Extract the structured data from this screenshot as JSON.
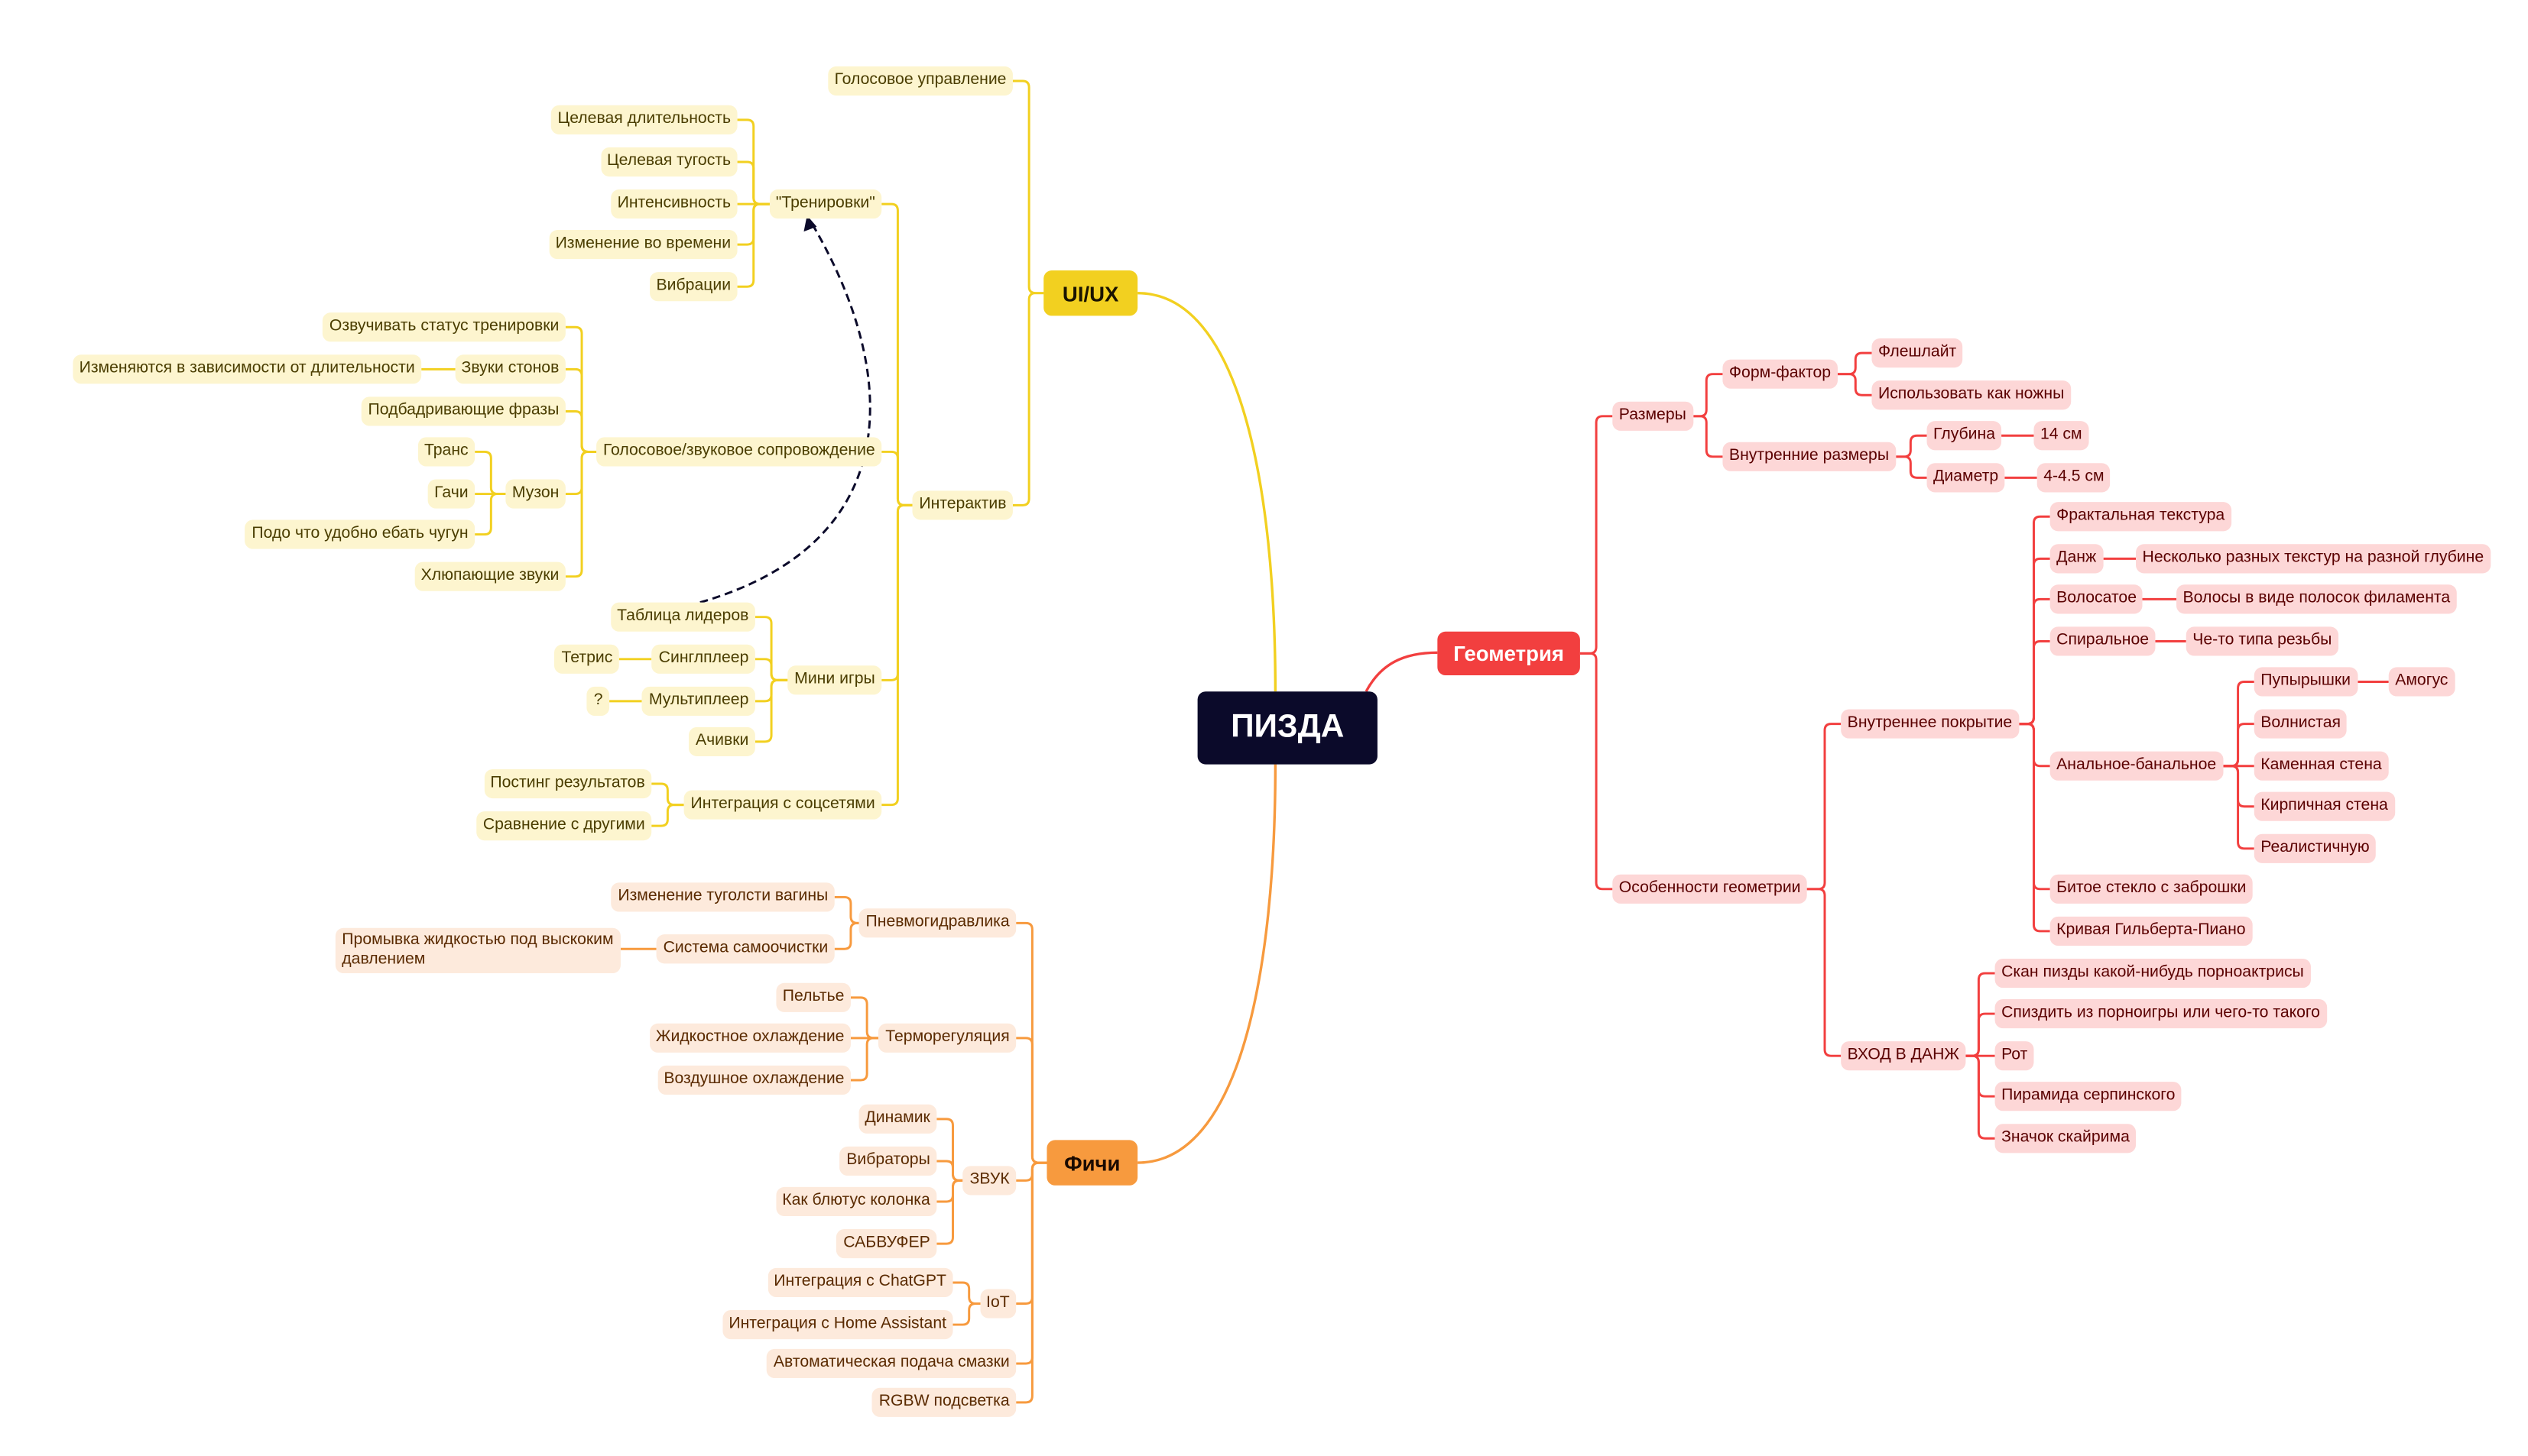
{
  "root": {
    "label": "ПИЗДА"
  },
  "branches": [
    {
      "label": "UI/UX",
      "side": "left",
      "color": "#f2d020",
      "main_text": "#1a1400",
      "node_bg": "#fdf5cf",
      "node_text": "#4a3d00",
      "children": [
        {
          "label": "Голосовое управление"
        },
        {
          "label": "Интерактив",
          "children": [
            {
              "label": "\"Тренировки\"",
              "children": [
                {
                  "label": "Целевая длительность"
                },
                {
                  "label": "Целевая тугость"
                },
                {
                  "label": "Интенсивность"
                },
                {
                  "label": "Изменение во времени"
                },
                {
                  "label": "Вибрации"
                }
              ]
            },
            {
              "label": "Голосовое/звуковое сопровождение",
              "children": [
                {
                  "label": "Озвучивать статус тренировки"
                },
                {
                  "label": "Звуки стонов",
                  "children": [
                    {
                      "label": "Изменяются в зависимости от длительности"
                    }
                  ]
                },
                {
                  "label": "Подбадривающие фразы"
                },
                {
                  "label": "Музон",
                  "children": [
                    {
                      "label": "Транс"
                    },
                    {
                      "label": "Гачи"
                    },
                    {
                      "label": "Подо что удобно ебать чугун"
                    }
                  ]
                },
                {
                  "label": "Хлюпающие звуки"
                }
              ]
            },
            {
              "label": "Мини игры",
              "children": [
                {
                  "label": "Таблица лидеров"
                },
                {
                  "label": "Синглплеер",
                  "children": [
                    {
                      "label": "Тетрис"
                    }
                  ]
                },
                {
                  "label": "Мультиплеер",
                  "children": [
                    {
                      "label": "?"
                    }
                  ]
                },
                {
                  "label": "Ачивки"
                }
              ]
            },
            {
              "label": "Интеграция с соцсетями",
              "children": [
                {
                  "label": "Постинг результатов"
                },
                {
                  "label": "Сравнение с другими"
                }
              ]
            }
          ]
        }
      ]
    },
    {
      "label": "Фичи",
      "side": "left",
      "color": "#f79a3e",
      "main_text": "#1a0a00",
      "node_bg": "#fdeadc",
      "node_text": "#5a2a00",
      "children": [
        {
          "label": "Пневмогидравлика",
          "children": [
            {
              "label": "Изменение туголсти вагины"
            },
            {
              "label": "Система самоочистки",
              "children": [
                {
                  "label": "Промывка жидкостью под выскоким давлением"
                }
              ]
            }
          ]
        },
        {
          "label": "Терморегуляция",
          "children": [
            {
              "label": "Пельтье"
            },
            {
              "label": "Жидкостное охлаждение"
            },
            {
              "label": "Воздушное охлаждение"
            }
          ]
        },
        {
          "label": "ЗВУК",
          "children": [
            {
              "label": "Динамик"
            },
            {
              "label": "Вибраторы"
            },
            {
              "label": "Как блютус колонка"
            },
            {
              "label": "САБВУФЕР"
            }
          ]
        },
        {
          "label": "IoT",
          "children": [
            {
              "label": "Интеграция с ChatGPT"
            },
            {
              "label": "Интеграция с Home Assistant"
            }
          ]
        },
        {
          "label": "Автоматическая подача смазки"
        },
        {
          "label": "RGBW подсветка"
        }
      ]
    },
    {
      "label": "Геометрия",
      "side": "right",
      "color": "#f23f3f",
      "main_text": "#ffffff",
      "node_bg": "#fdd7d7",
      "node_text": "#5a0000",
      "children": [
        {
          "label": "Размеры",
          "children": [
            {
              "label": "Форм-фактор",
              "children": [
                {
                  "label": "Флешлайт"
                },
                {
                  "label": "Использовать как ножны"
                }
              ]
            },
            {
              "label": "Внутренние размеры",
              "children": [
                {
                  "label": "Глубина",
                  "children": [
                    {
                      "label": "14 см"
                    }
                  ]
                },
                {
                  "label": "Диаметр",
                  "children": [
                    {
                      "label": "4-4.5 см"
                    }
                  ]
                }
              ]
            }
          ]
        },
        {
          "label": "Особенности геометрии",
          "children": [
            {
              "label": "Внутреннее покрытие",
              "children": [
                {
                  "label": "Фрактальная текстура"
                },
                {
                  "label": "Данж",
                  "children": [
                    {
                      "label": "Несколько разных текстур на разной глубине"
                    }
                  ]
                },
                {
                  "label": "Волосатое",
                  "children": [
                    {
                      "label": "Волосы в виде полосок филамента"
                    }
                  ]
                },
                {
                  "label": "Спиральное",
                  "children": [
                    {
                      "label": "Че-то типа резьбы"
                    }
                  ]
                },
                {
                  "label": "Анальное-банальное",
                  "children": [
                    {
                      "label": "Пупырышки",
                      "children": [
                        {
                          "label": "Амогус"
                        }
                      ]
                    },
                    {
                      "label": "Волнистая"
                    },
                    {
                      "label": "Каменная стена"
                    },
                    {
                      "label": "Кирпичная стена"
                    },
                    {
                      "label": "Реалистичную"
                    }
                  ]
                },
                {
                  "label": "Битое стекло с заброшки"
                },
                {
                  "label": "Кривая Гильберта-Пиано"
                }
              ]
            },
            {
              "label": "ВХОД В ДАНЖ",
              "children": [
                {
                  "label": "Скан пизды какой-нибудь порноактрисы"
                },
                {
                  "label": "Спиздить из порноигры или чего-то такого"
                },
                {
                  "label": "Рот"
                },
                {
                  "label": "Пирамида серпинского"
                },
                {
                  "label": "Значок скайрима"
                }
              ]
            }
          ]
        }
      ]
    }
  ]
}
